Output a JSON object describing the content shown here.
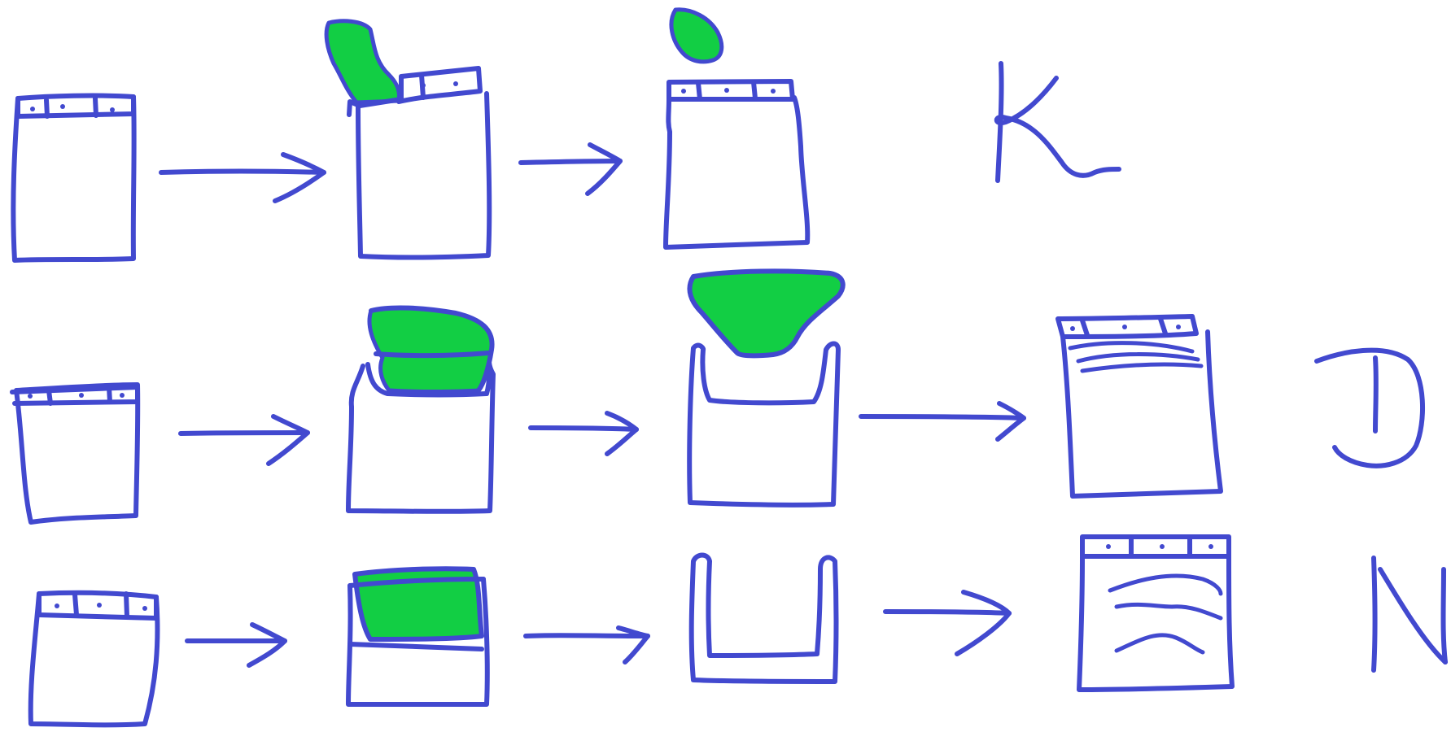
{
  "colors": {
    "ink": "#4249CF",
    "fill": "#12CE44",
    "background": "#ffffff"
  },
  "rows": [
    {
      "label": "K",
      "steps": [
        "bag-closed",
        "bag-opening",
        "bag-open-top-removed"
      ]
    },
    {
      "label": "D",
      "steps": [
        "bag-closed",
        "bag-lifting-content",
        "bag-emptied-content-above",
        "bag-crumpled"
      ]
    },
    {
      "label": "N",
      "steps": [
        "bag-closed",
        "bag-with-content",
        "bag-empty-open",
        "bag-wrinkled"
      ]
    }
  ]
}
